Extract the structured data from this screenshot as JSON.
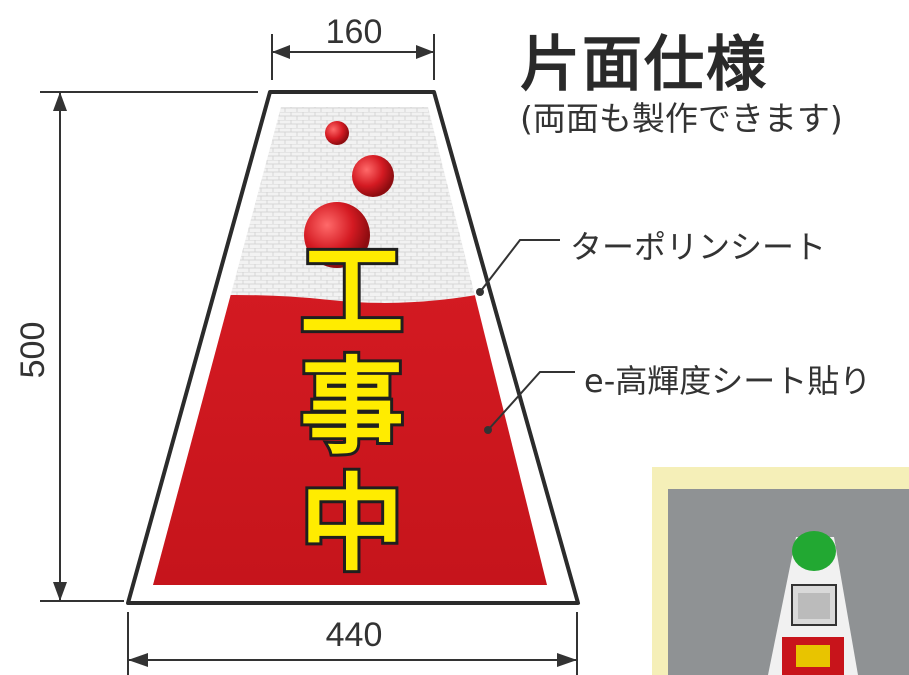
{
  "dimensions": {
    "top_width": "160",
    "bottom_width": "440",
    "height": "500"
  },
  "title": {
    "main": "片面仕様",
    "sub": "(両面も製作できます)"
  },
  "callouts": {
    "tarpaulin": "ターポリンシート",
    "reflective": "e-高輝度シート貼り"
  },
  "sign": {
    "characters": [
      "工",
      "事",
      "中"
    ]
  },
  "colors": {
    "red": "#d41a22",
    "yellow": "#ffec00",
    "outline": "#2b2b2b",
    "frame": "#ffffff"
  }
}
